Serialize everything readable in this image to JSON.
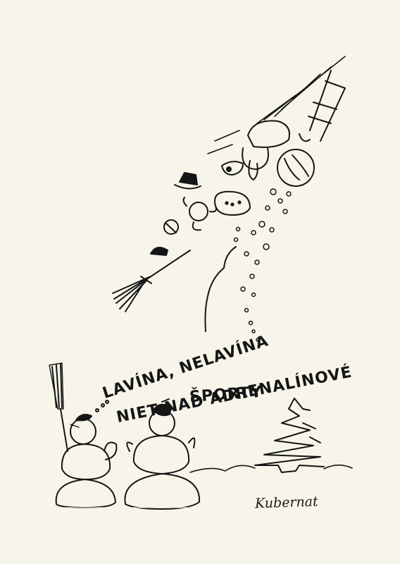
{
  "caption": {
    "line1": "LAVÍNA, NELAVÍNA",
    "line2": "NIET NAD ADRENALÍNOVÉ",
    "line3": "ŠPORTY"
  },
  "signature": "Kubernat"
}
